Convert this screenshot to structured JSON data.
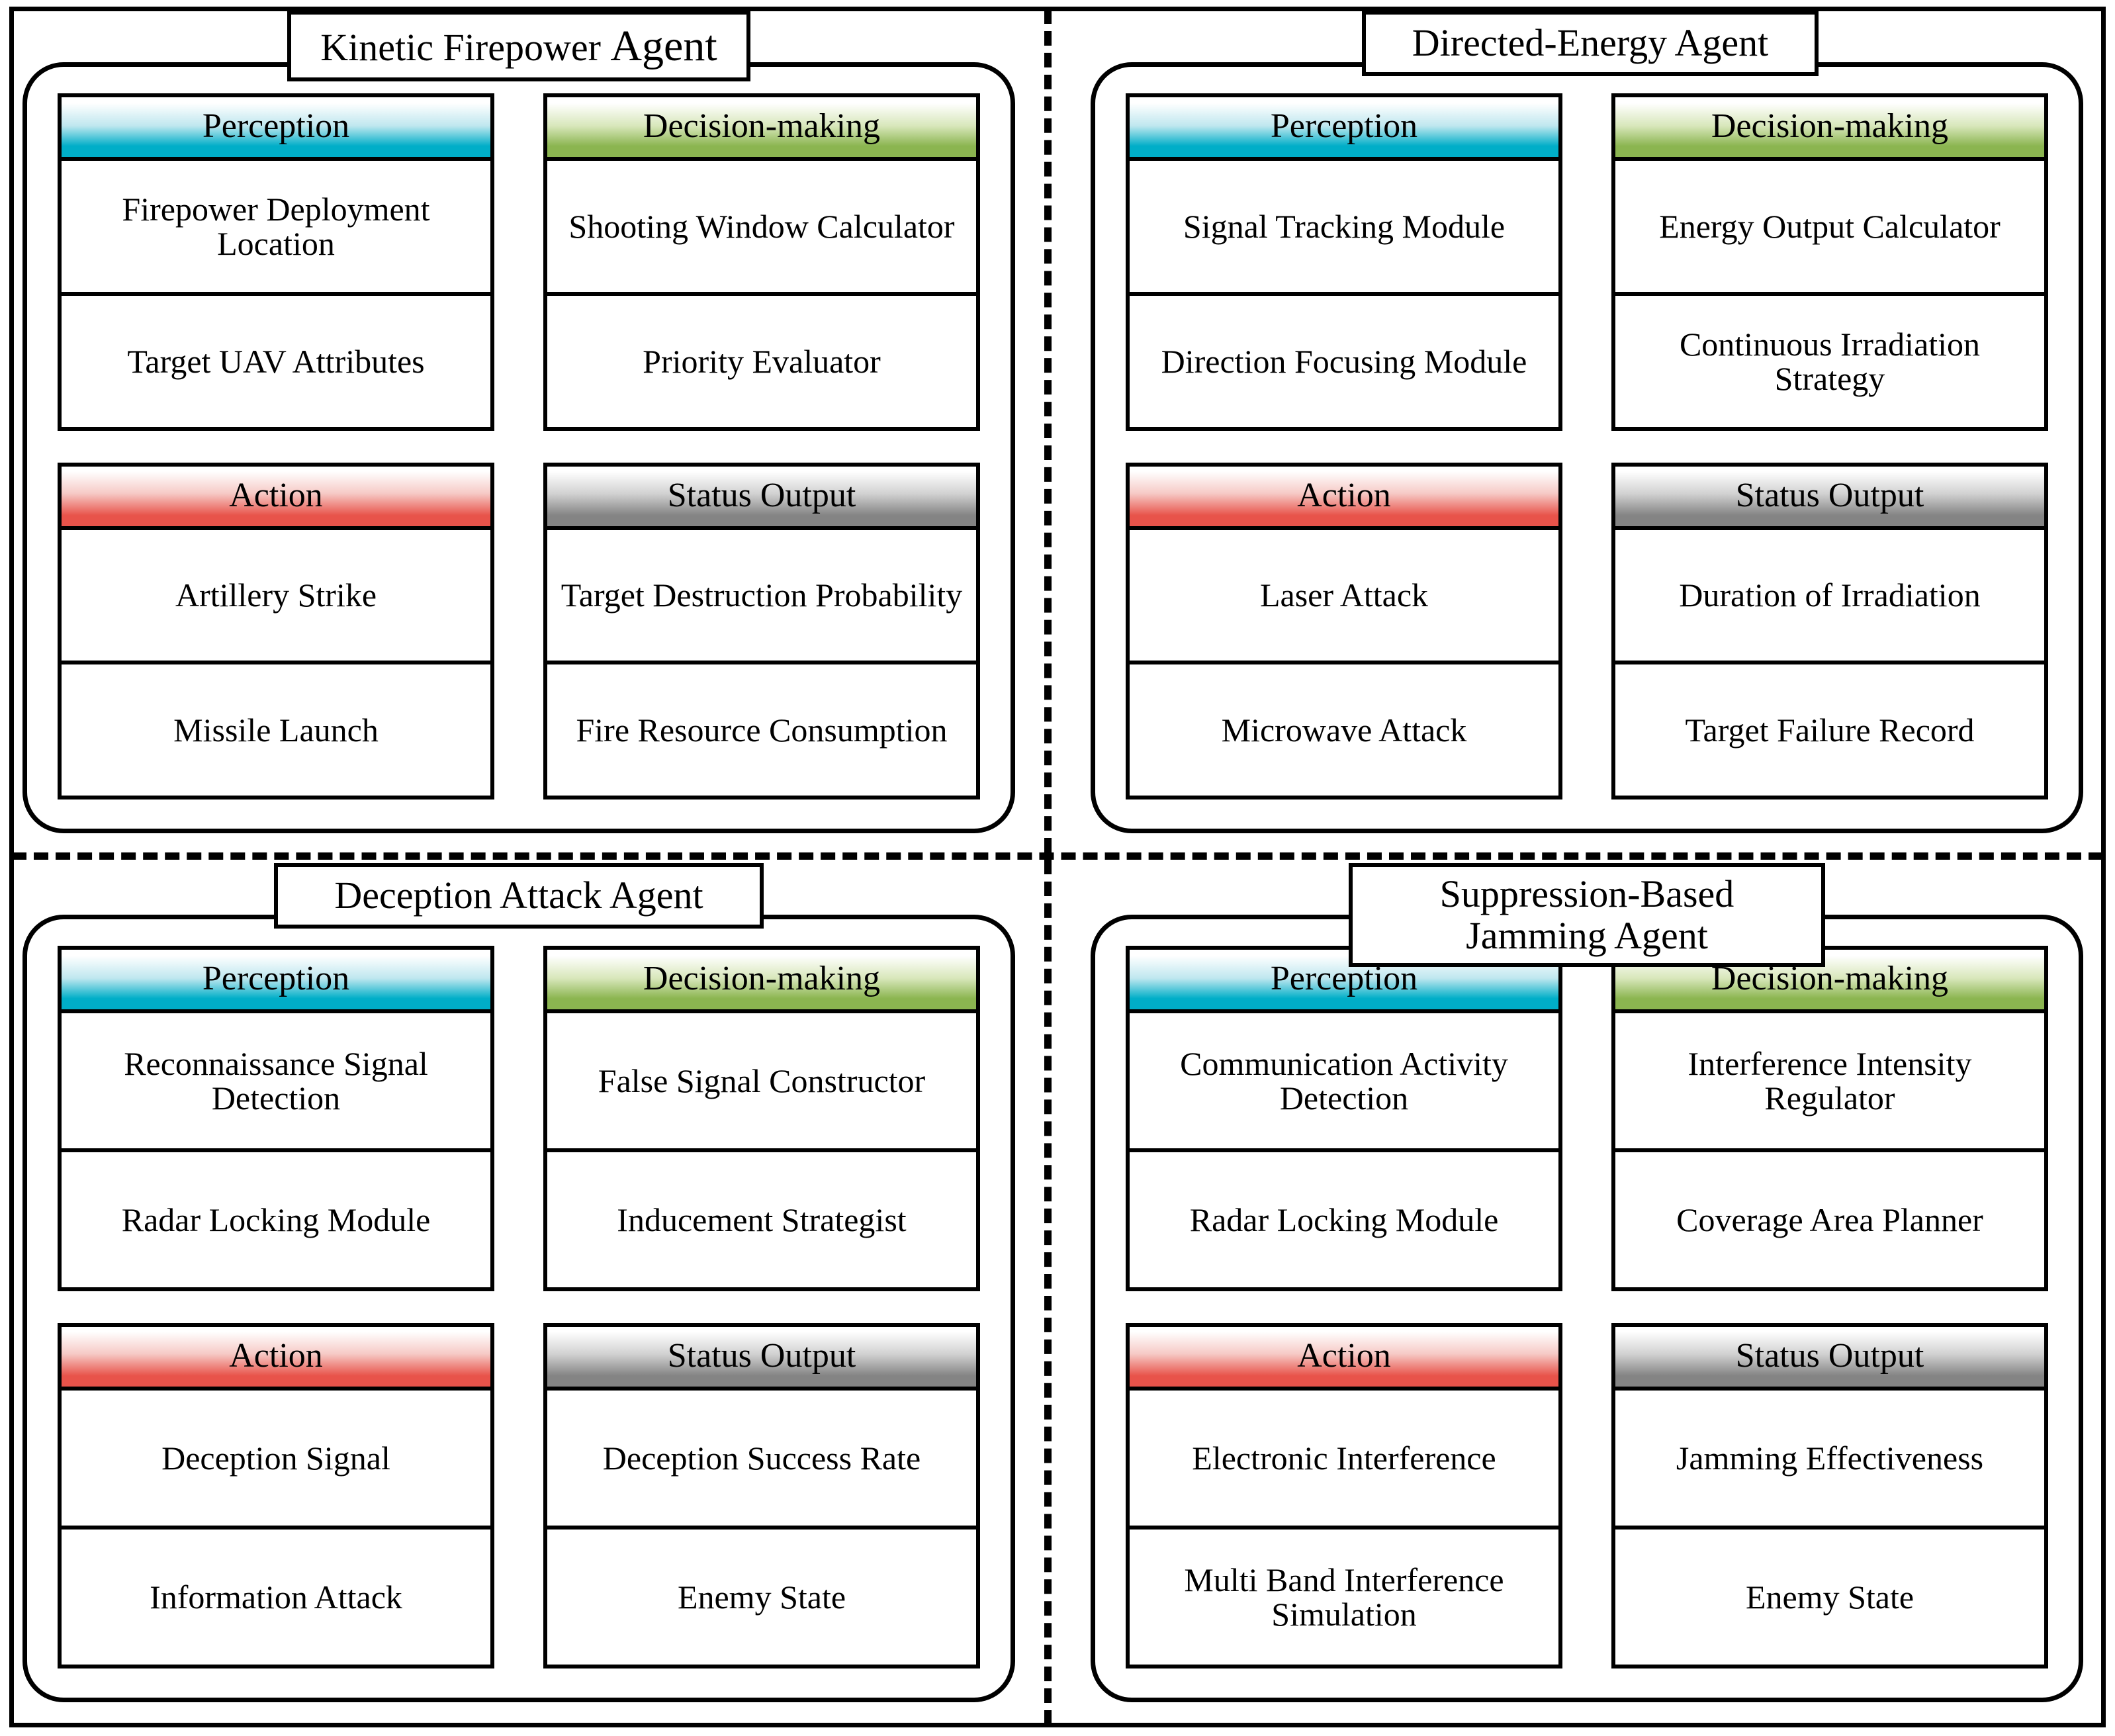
{
  "colors": {
    "perception": "#00aec8",
    "decision": "#8bb550",
    "action": "#e8534a",
    "status": "#848484",
    "border": "#000000",
    "background": "#ffffff"
  },
  "module_labels": {
    "perception": "Perception",
    "decision": "Decision-making",
    "action": "Action",
    "status": "Status Output"
  },
  "quadrants": [
    {
      "id": "kinetic",
      "title": "Kinetic Firepower Agent",
      "title_part_1": "Kinetic Firepower ",
      "title_part_2": "Agent",
      "modules": [
        {
          "name": "perception",
          "header": "Perception",
          "items": [
            "Firepower Deployment Location",
            "Target UAV Attributes"
          ]
        },
        {
          "name": "decision",
          "header": "Decision-making",
          "items": [
            "Shooting Window Calculator",
            "Priority Evaluator"
          ]
        },
        {
          "name": "action",
          "header": "Action",
          "items": [
            "Artillery Strike",
            "Missile Launch"
          ]
        },
        {
          "name": "status",
          "header": "Status Output",
          "items": [
            "Target Destruction Probability",
            "Fire Resource Consumption"
          ]
        }
      ]
    },
    {
      "id": "energy",
      "title": "Directed-Energy Agent",
      "modules": [
        {
          "name": "perception",
          "header": "Perception",
          "items": [
            "Signal Tracking Module",
            "Direction Focusing Module"
          ]
        },
        {
          "name": "decision",
          "header": "Decision-making",
          "items": [
            "Energy Output Calculator",
            "Continuous Irradiation Strategy"
          ]
        },
        {
          "name": "action",
          "header": "Action",
          "items": [
            "Laser Attack",
            "Microwave Attack"
          ]
        },
        {
          "name": "status",
          "header": "Status Output",
          "items": [
            "Duration of Irradiation",
            "Target Failure Record"
          ]
        }
      ]
    },
    {
      "id": "deception",
      "title": "Deception Attack Agent",
      "modules": [
        {
          "name": "perception",
          "header": "Perception",
          "items": [
            "Reconnaissance Signal Detection",
            "Radar Locking Module"
          ]
        },
        {
          "name": "decision",
          "header": "Decision-making",
          "items": [
            "False Signal Constructor",
            "Inducement Strategist"
          ]
        },
        {
          "name": "action",
          "header": "Action",
          "items": [
            "Deception Signal",
            "Information Attack"
          ]
        },
        {
          "name": "status",
          "header": "Status Output",
          "items": [
            "Deception Success Rate",
            "Enemy State"
          ]
        }
      ]
    },
    {
      "id": "jamming",
      "title": "Suppression-Based\nJamming Agent",
      "modules": [
        {
          "name": "perception",
          "header": "Perception",
          "items": [
            "Communication Activity Detection",
            "Radar Locking Module"
          ]
        },
        {
          "name": "decision",
          "header": "Decision-making",
          "items": [
            "Interference Intensity Regulator",
            "Coverage Area Planner"
          ]
        },
        {
          "name": "action",
          "header": "Action",
          "items": [
            "Electronic Interference",
            "Multi Band Interference Simulation"
          ]
        },
        {
          "name": "status",
          "header": "Status Output",
          "items": [
            "Jamming Effectiveness",
            "Enemy State"
          ]
        }
      ]
    }
  ]
}
